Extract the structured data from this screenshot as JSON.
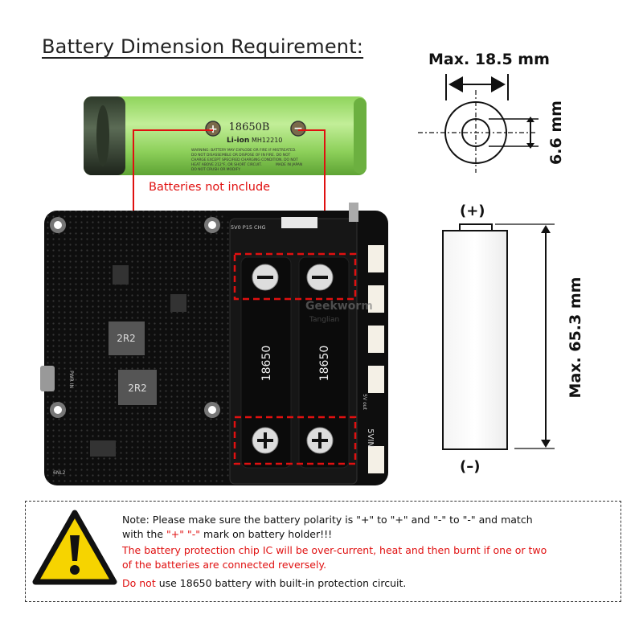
{
  "title": "Battery Dimension Requirement:",
  "battery": {
    "model": "18650B",
    "chem": "Li-ion",
    "part": "MH12210",
    "fine_lines": [
      "WARNING: BATTERY MAY EXPLODE OR FIRE IF MISTREATED.",
      "DO NOT DISASSEMBLE OR DISPOSE OF IN FIRE. DO NOT",
      "CHARGE EXCEPT SPECIFIED CHARGING CONDITION. DO NOT",
      "HEAT ABOVE 212°F, OR SHORT CIRCUIT."
    ],
    "fine_last_left": "DO NOT CRUSH OR MODIFY.",
    "fine_last_right": "MADE IN JAPAN"
  },
  "not_included": "Batteries not include",
  "dimensions": {
    "max_diameter": "Max. 18.5 mm",
    "inner_diameter": "6.6 mm",
    "max_length": "Max. 65.3 mm",
    "positive": "(+)",
    "negative": "(–)"
  },
  "board": {
    "inductor_1": "2R2",
    "inductor_2": "2R2",
    "pwr_in": "PWR IN",
    "cell_1": "18650",
    "cell_2": "18650",
    "top_labels": "5V0 P15 CHG",
    "vin_label": "5VIN",
    "out_label": "5V out",
    "watermark_1": "Geekworm",
    "watermark_2": "Tanglian",
    "corner_mark": "6NL2"
  },
  "note": {
    "line1": "Note: Please make sure the battery polarity is \"+\" to \"+\" and \"-\" to \"-\" and match",
    "line2_a": "with the ",
    "line2_plus": "\"+\"",
    "line2_space": " ",
    "line2_minus": "\"-\"",
    "line2_b": " mark on battery holder!!!",
    "line3": "The battery protection chip IC will be over-current, heat and then burnt if one or two",
    "line4": "of the batteries are connected reversely.",
    "line5_red": "Do not",
    "line5_rest": " use 18650 battery with built-in protection circuit."
  },
  "colors": {
    "battery_green": "#a8e070",
    "board_black": "#111111",
    "warning_yellow": "#f6d400",
    "highlight_red": "#e01010"
  }
}
